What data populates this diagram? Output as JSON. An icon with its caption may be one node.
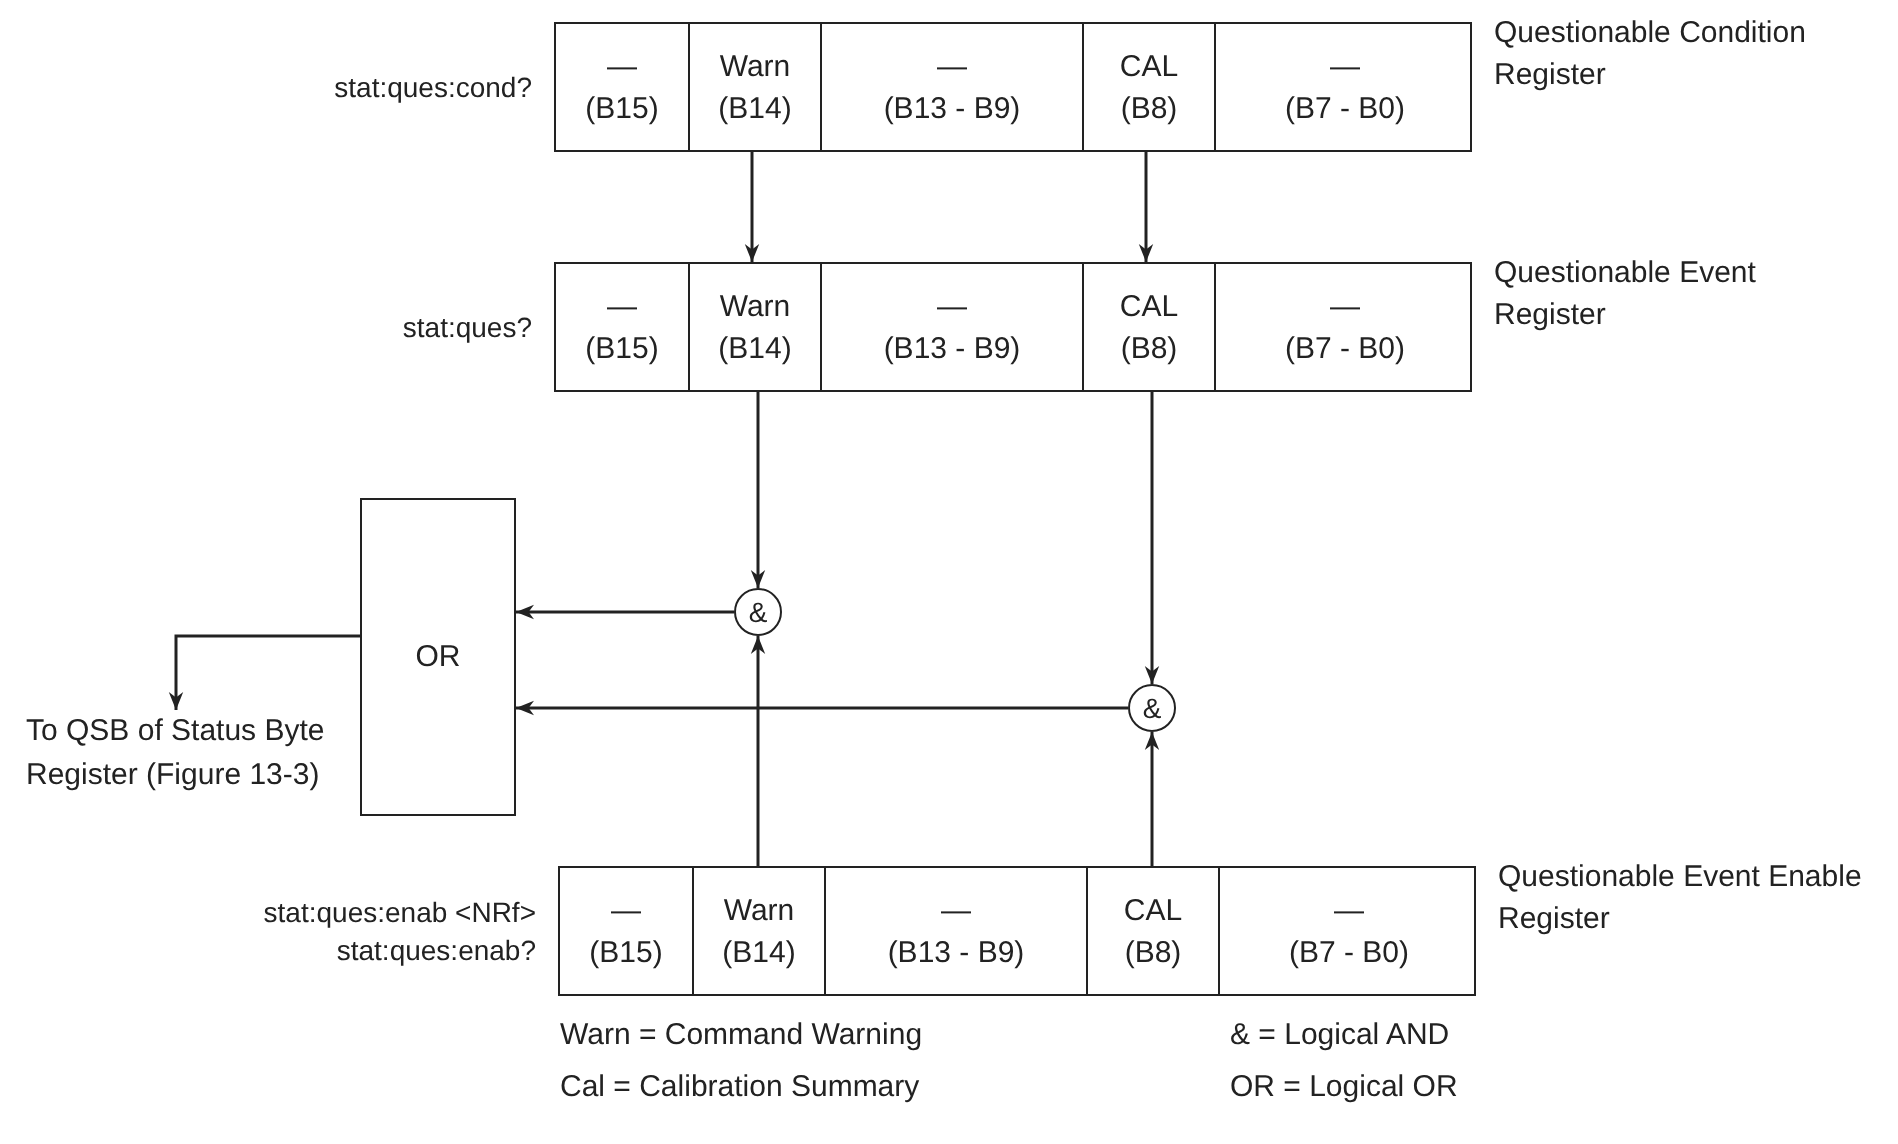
{
  "diagram": {
    "nodes": [
      {
        "text": [
          "Questionable Condition Register"
        ],
        "beside": [
          "stat:ques:cond?"
        ]
      },
      {
        "text": [
          "—",
          "(B15)"
        ],
        "in": 0
      },
      {
        "text": [
          "Warn",
          "(B14)"
        ],
        "in": 0
      },
      {
        "text": [
          "—",
          "(B13 - B9)"
        ],
        "in": 0
      },
      {
        "text": [
          "CAL",
          "(B8)"
        ],
        "in": 0
      },
      {
        "text": [
          "—",
          "(B7 - B0)"
        ],
        "in": 0
      },
      {
        "text": [
          "Questionable Event Register"
        ],
        "beside": [
          "stat:ques?"
        ]
      },
      {
        "text": [
          "—",
          "(B15)"
        ],
        "in": 6
      },
      {
        "text": [
          "Warn",
          "(B14)"
        ],
        "in": 6
      },
      {
        "text": [
          "—",
          "(B13 - B9)"
        ],
        "in": 6
      },
      {
        "text": [
          "CAL",
          "(B8)"
        ],
        "in": 6
      },
      {
        "text": [
          "—",
          "(B7 - B0)"
        ],
        "in": 6
      },
      {
        "text": [
          "&"
        ]
      },
      {
        "text": [
          "OR"
        ]
      },
      {
        "text": [
          "&"
        ]
      },
      {
        "text": [
          "To QSB of Status Byte Register (Figure 13-3)"
        ]
      },
      {
        "text": [
          "Questionable Event Enable Register"
        ],
        "beside": [
          "stat:ques:enab <NRf>",
          "stat:ques:enab?"
        ]
      },
      {
        "text": [
          "—",
          "(B15)"
        ],
        "in": 16
      },
      {
        "text": [
          "Warn",
          "(B14)"
        ],
        "in": 16
      },
      {
        "text": [
          "—",
          "(B13 - B9)"
        ],
        "in": 16
      },
      {
        "text": [
          "CAL",
          "(B8)"
        ],
        "in": 16
      },
      {
        "text": [
          "—",
          "(B7 - B0)"
        ],
        "in": 16
      }
    ],
    "edges": [
      {
        "from": 2,
        "to": 8,
        "arrow": "to"
      },
      {
        "from": 4,
        "to": 10,
        "arrow": "to"
      },
      {
        "from": 8,
        "to": 12,
        "arrow": "to"
      },
      {
        "from": 10,
        "to": 14,
        "arrow": "to"
      },
      {
        "from": 12,
        "to": 13,
        "arrow": "to"
      },
      {
        "from": 14,
        "to": 13,
        "arrow": "to"
      },
      {
        "from": 18,
        "to": 12,
        "arrow": "to"
      },
      {
        "from": 20,
        "to": 14,
        "arrow": "to"
      },
      {
        "from": 13,
        "to": 15,
        "arrow": "to"
      }
    ],
    "labels": [
      "Warn = Command Warning",
      "Cal = Calibration Summary",
      "& = Logical AND",
      "OR = Logical OR"
    ]
  }
}
